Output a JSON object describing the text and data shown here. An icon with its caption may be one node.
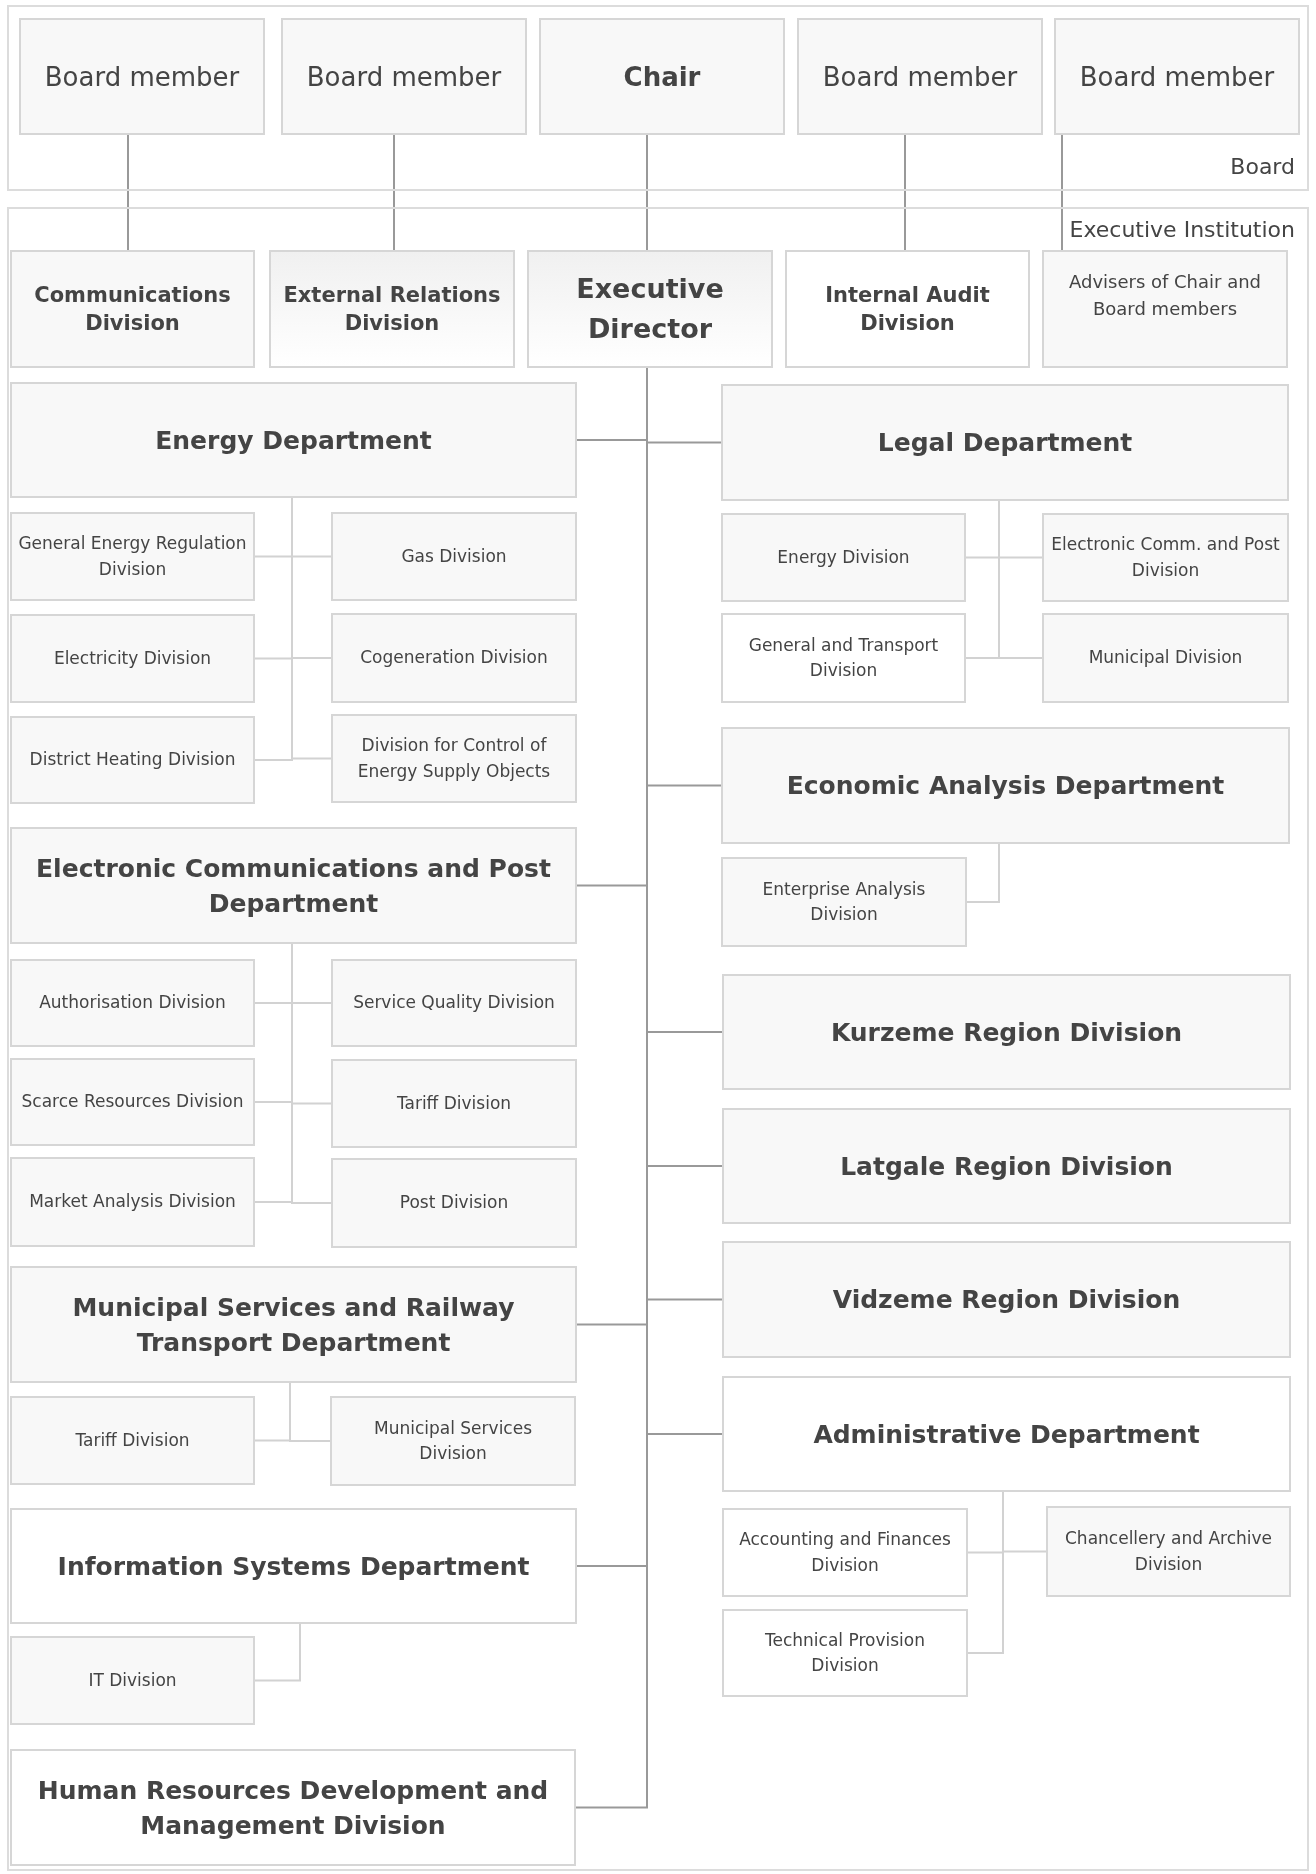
{
  "diagram": {
    "nodes": [
      {
        "text": [
          "Board"
        ]
      },
      {
        "text": [
          "Board member"
        ],
        "in": 0
      },
      {
        "text": [
          "Board member"
        ],
        "in": 0
      },
      {
        "text": [
          "Chair"
        ],
        "in": 0
      },
      {
        "text": [
          "Board member"
        ],
        "in": 0
      },
      {
        "text": [
          "Board member"
        ],
        "in": 0
      },
      {
        "text": [
          "Executive Institution"
        ]
      },
      {
        "text": [
          "Communications Division"
        ],
        "in": 6
      },
      {
        "text": [
          "External Relations Division"
        ],
        "in": 6
      },
      {
        "text": [
          "Executive Director"
        ],
        "in": 6
      },
      {
        "text": [
          "Internal Audit Division"
        ],
        "in": 6
      },
      {
        "text": [
          "Advisers of Chair and Board members"
        ],
        "in": 6
      },
      {
        "text": [
          "Energy Department"
        ],
        "in": 6
      },
      {
        "text": [
          "General Energy Regulation Division"
        ],
        "in": 6
      },
      {
        "text": [
          "Gas Division"
        ],
        "in": 6
      },
      {
        "text": [
          "Electricity Division"
        ],
        "in": 6
      },
      {
        "text": [
          "Cogeneration Division"
        ],
        "in": 6
      },
      {
        "text": [
          "District Heating Division"
        ],
        "in": 6
      },
      {
        "text": [
          "Division for Control of Energy Supply Objects"
        ],
        "in": 6
      },
      {
        "text": [
          "Legal Department"
        ],
        "in": 6
      },
      {
        "text": [
          "Energy Division"
        ],
        "in": 6
      },
      {
        "text": [
          "Electronic Comm. and Post Division"
        ],
        "in": 6
      },
      {
        "text": [
          "General and Transport Division"
        ],
        "in": 6
      },
      {
        "text": [
          "Municipal Division"
        ],
        "in": 6
      },
      {
        "text": [
          "Economic Analysis Department"
        ],
        "in": 6
      },
      {
        "text": [
          "Enterprise Analysis Division"
        ],
        "in": 6
      },
      {
        "text": [
          "Electronic Communications and Post Department"
        ],
        "in": 6
      },
      {
        "text": [
          "Authorisation Division"
        ],
        "in": 6
      },
      {
        "text": [
          "Service Quality Division"
        ],
        "in": 6
      },
      {
        "text": [
          "Scarce Resources Division"
        ],
        "in": 6
      },
      {
        "text": [
          "Tariff Division"
        ],
        "in": 6
      },
      {
        "text": [
          "Market Analysis Division"
        ],
        "in": 6
      },
      {
        "text": [
          "Post Division"
        ],
        "in": 6
      },
      {
        "text": [
          "Kurzeme Region Division"
        ],
        "in": 6
      },
      {
        "text": [
          "Latgale Region Division"
        ],
        "in": 6
      },
      {
        "text": [
          "Vidzeme Region Division"
        ],
        "in": 6
      },
      {
        "text": [
          "Municipal Services and Railway Transport Department"
        ],
        "in": 6
      },
      {
        "text": [
          "Tariff Division"
        ],
        "in": 6
      },
      {
        "text": [
          "Municipal Services Division"
        ],
        "in": 6
      },
      {
        "text": [
          "Administrative Department"
        ],
        "in": 6
      },
      {
        "text": [
          "Accounting and Finances Division"
        ],
        "in": 6
      },
      {
        "text": [
          "Chancellery and Archive Division"
        ],
        "in": 6
      },
      {
        "text": [
          "Technical Provision Division"
        ],
        "in": 6
      },
      {
        "text": [
          "Information Systems Department"
        ],
        "in": 6
      },
      {
        "text": [
          "IT Division"
        ],
        "in": 6
      },
      {
        "text": [
          "Human Resources Development and Management Division"
        ],
        "in": 6
      }
    ],
    "edges": [
      {
        "from": 1,
        "to": 7,
        "arrow": "none",
        "color": "#999999"
      },
      {
        "from": 2,
        "to": 8,
        "arrow": "none",
        "color": "#999999"
      },
      {
        "from": 3,
        "to": 9,
        "arrow": "none",
        "color": "#999999"
      },
      {
        "from": 4,
        "to": 10,
        "arrow": "none",
        "color": "#999999"
      },
      {
        "from": 5,
        "to": 11,
        "arrow": "none",
        "color": "#999999"
      },
      {
        "from": 9,
        "to": 12,
        "arrow": "none",
        "color": "#999999"
      },
      {
        "from": 9,
        "to": 19,
        "arrow": "none",
        "color": "#999999"
      },
      {
        "from": 9,
        "to": 24,
        "arrow": "none",
        "color": "#999999"
      },
      {
        "from": 9,
        "to": 26,
        "arrow": "none",
        "color": "#999999"
      },
      {
        "from": 9,
        "to": 33,
        "arrow": "none",
        "color": "#999999"
      },
      {
        "from": 9,
        "to": 34,
        "arrow": "none",
        "color": "#999999"
      },
      {
        "from": 9,
        "to": 35,
        "arrow": "none",
        "color": "#999999"
      },
      {
        "from": 9,
        "to": 36,
        "arrow": "none",
        "color": "#999999"
      },
      {
        "from": 9,
        "to": 39,
        "arrow": "none",
        "color": "#999999"
      },
      {
        "from": 9,
        "to": 43,
        "arrow": "none",
        "color": "#999999"
      },
      {
        "from": 9,
        "to": 45,
        "arrow": "none",
        "color": "#999999"
      },
      {
        "from": 12,
        "to": 13,
        "arrow": "none"
      },
      {
        "from": 12,
        "to": 14,
        "arrow": "none"
      },
      {
        "from": 12,
        "to": 15,
        "arrow": "none"
      },
      {
        "from": 12,
        "to": 16,
        "arrow": "none"
      },
      {
        "from": 12,
        "to": 17,
        "arrow": "none"
      },
      {
        "from": 12,
        "to": 18,
        "arrow": "none"
      },
      {
        "from": 19,
        "to": 20,
        "arrow": "none"
      },
      {
        "from": 19,
        "to": 21,
        "arrow": "none"
      },
      {
        "from": 19,
        "to": 22,
        "arrow": "none"
      },
      {
        "from": 19,
        "to": 23,
        "arrow": "none"
      },
      {
        "from": 24,
        "to": 25,
        "arrow": "none"
      },
      {
        "from": 26,
        "to": 27,
        "arrow": "none"
      },
      {
        "from": 26,
        "to": 28,
        "arrow": "none"
      },
      {
        "from": 26,
        "to": 29,
        "arrow": "none"
      },
      {
        "from": 26,
        "to": 30,
        "arrow": "none"
      },
      {
        "from": 26,
        "to": 31,
        "arrow": "none"
      },
      {
        "from": 26,
        "to": 32,
        "arrow": "none"
      },
      {
        "from": 36,
        "to": 37,
        "arrow": "none"
      },
      {
        "from": 36,
        "to": 38,
        "arrow": "none"
      },
      {
        "from": 39,
        "to": 40,
        "arrow": "none"
      },
      {
        "from": 39,
        "to": 41,
        "arrow": "none"
      },
      {
        "from": 39,
        "to": 42,
        "arrow": "none"
      },
      {
        "from": 43,
        "to": 44,
        "arrow": "none"
      }
    ]
  }
}
